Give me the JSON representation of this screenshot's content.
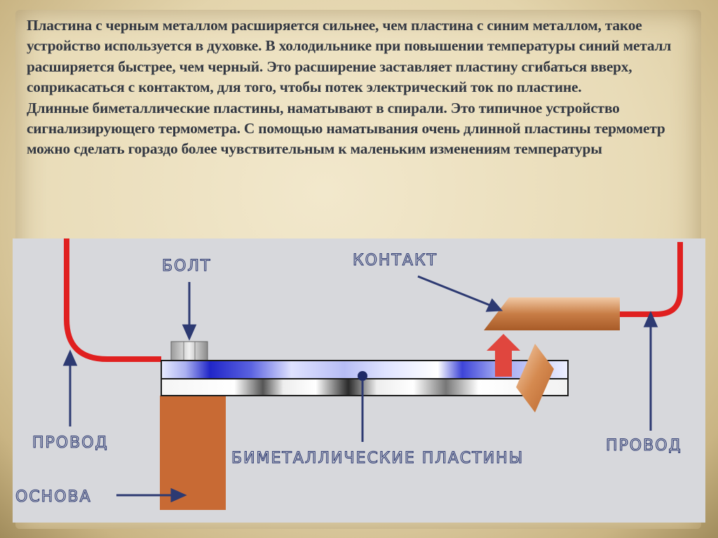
{
  "text": {
    "paragraph_1": "Пластина с черным металлом  расширяется сильнее, чем пластина с синим металлом, такое устройство используется в духовке. В холодильнике  при повышении температуры синий металл расширяется быстрее, чем черный. Это расширение заставляет пластину сгибаться вверх, соприкасаться с контактом, для того, чтобы потек электрический ток по пластине.",
    "paragraph_2": "Длинные биметаллические пластины, наматывают в спирали. Это типичное устройство сигнализирующего термометра. С помощью наматывания очень длинной пластины термометр можно сделать гораздо более чувствительным к маленьким изменениям температуры"
  },
  "diagram": {
    "labels": {
      "bolt": "БОЛТ",
      "contact": "КОНТАКТ",
      "wire_left": "ПРОВОД",
      "wire_right": "ПРОВОД",
      "plates": "БИМЕТАЛЛИЧЕСКИЕ  ПЛАСТИНЫ",
      "base": "ОСНОВА"
    },
    "colors": {
      "background": "#d7d8dc",
      "wire": "#e02020",
      "upper_plate": "#2b2fd0",
      "lower_plate": "#2b2b2b",
      "contact": "#c87d46",
      "base": "#c86a34",
      "arrow": "#2d3a72",
      "up_arrow": "#e0463e"
    }
  }
}
